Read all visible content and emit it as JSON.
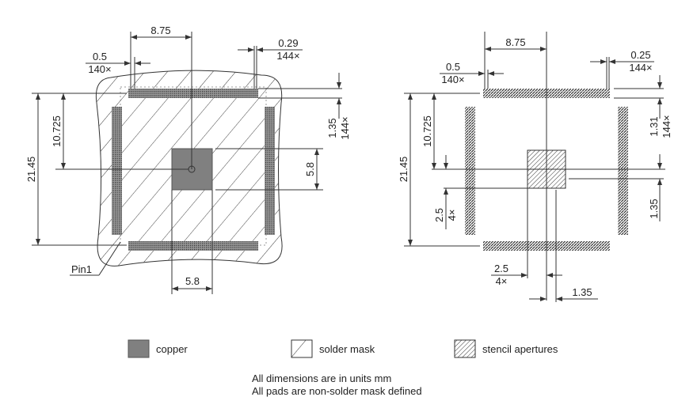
{
  "left_view": {
    "dim_pitch_span": "8.75",
    "dim_pad_width": "0.5",
    "dim_pad_width_count": "140×",
    "dim_mask_width": "0.29",
    "dim_mask_width_count": "144×",
    "dim_total": "21.45",
    "dim_half": "10.725",
    "dim_pad_length": "1.35",
    "dim_pad_length_count": "144×",
    "dim_ep_height": "5.8",
    "dim_ep_width": "5.8",
    "pin1_label": "Pin1"
  },
  "right_view": {
    "dim_pitch_span": "8.75",
    "dim_pad_width": "0.5",
    "dim_pad_width_count": "140×",
    "dim_aperture_width": "0.25",
    "dim_aperture_width_count": "144×",
    "dim_total": "21.45",
    "dim_half": "10.725",
    "dim_aperture_length": "1.31",
    "dim_aperture_length_count": "144×",
    "dim_ep_vert": "2.5",
    "dim_ep_vert_count": "4×",
    "dim_ep_offset_vert": "1.35",
    "dim_ep_horiz": "2.5",
    "dim_ep_horiz_count": "4×",
    "dim_ep_offset_horiz": "1.35"
  },
  "legend": [
    {
      "label": "copper",
      "icon": "copper-swatch"
    },
    {
      "label": "solder mask",
      "icon": "solder-mask-swatch"
    },
    {
      "label": "stencil apertures",
      "icon": "stencil-swatch"
    }
  ],
  "notes": [
    "All dimensions are in units mm",
    "All pads are non-solder mask defined"
  ],
  "colors": {
    "copper": "#808080",
    "line": "#333333"
  }
}
